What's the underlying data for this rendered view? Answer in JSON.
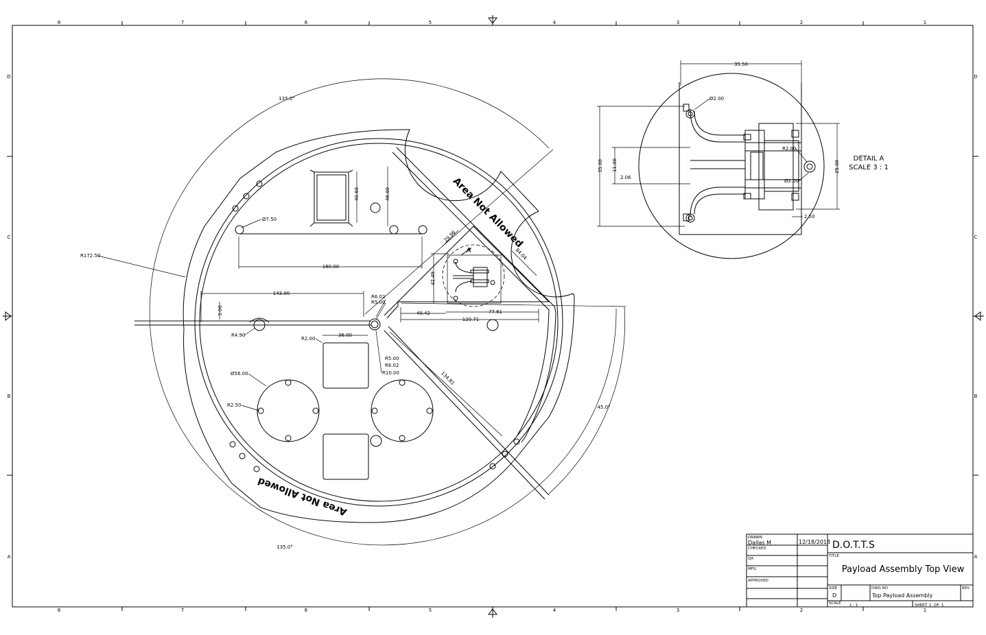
{
  "zones": {
    "columns": [
      "8",
      "7",
      "6",
      "5",
      "4",
      "3",
      "2",
      "1"
    ],
    "rows": [
      "D",
      "C",
      "B",
      "A"
    ]
  },
  "main_view": {
    "angle_top": "135.0°",
    "angle_bottom": "135.0°",
    "angle_right": "45.0°",
    "outer_radius": "R172.50",
    "hole_dia_small": "Ø7.50",
    "width_160": "160.00",
    "dim_143": "143.00",
    "dim_3": "3.00",
    "r_4_90": "R4.90",
    "r_6_02_top": "R6.02",
    "r_5_00_top": "R5.00",
    "r_5_00_bot": "R5.00",
    "r_6_02_bot": "R6.02",
    "r_10_00": "R10.00",
    "r_2_00": "R2.00",
    "dim_36": "36.00",
    "dia_56": "Ø56.00",
    "r_2_50": "R2.50",
    "dim_40_60": "40.60",
    "dim_46": "46.00",
    "dim_29_96": "29.96",
    "dim_42_49": "42.49",
    "dim_40_42": "40.42",
    "dim_77_61": "77.61",
    "dim_120_71": "120.71",
    "dim_84_04": "84.04",
    "dim_134_81": "134.81",
    "detail_callout": "A",
    "note_top": "Area Not Allowed",
    "note_bottom": "Area Not Allowed"
  },
  "detail_view": {
    "title": "DETAIL  A",
    "scale": "SCALE 3 : 1",
    "dim_35_50": "35.50",
    "dia_2_top": "Ø2.00",
    "r_2_00": "R2.00",
    "dia_2_right": "Ø2.00",
    "dim_35_00": "35.00",
    "dim_11_00": "11.00",
    "dim_2_06": "2.06",
    "dim_25_00": "25.00",
    "dim_2_50": "2.50"
  },
  "title_block": {
    "drawn_label": "DRAWN",
    "drawn_by": "Dallas M",
    "drawn_date": "12/18/2018",
    "checked_label": "CHECKED",
    "qa_label": "QA",
    "mfg_label": "MFG",
    "approved_label": "APPROVED",
    "company": "D.O.T.T.S",
    "title_label": "TITLE",
    "title": "Payload Assembly Top View",
    "size_label": "SIZE",
    "size": "D",
    "dwg_no_label": "DWG NO",
    "dwg_no": "Top Payload Assembly",
    "rev_label": "REV",
    "scale_label": "SCALE",
    "scale": "1 : 1",
    "sheet_label": "SHEET",
    "sheet": "1",
    "of_label": "OF",
    "of": "1"
  }
}
